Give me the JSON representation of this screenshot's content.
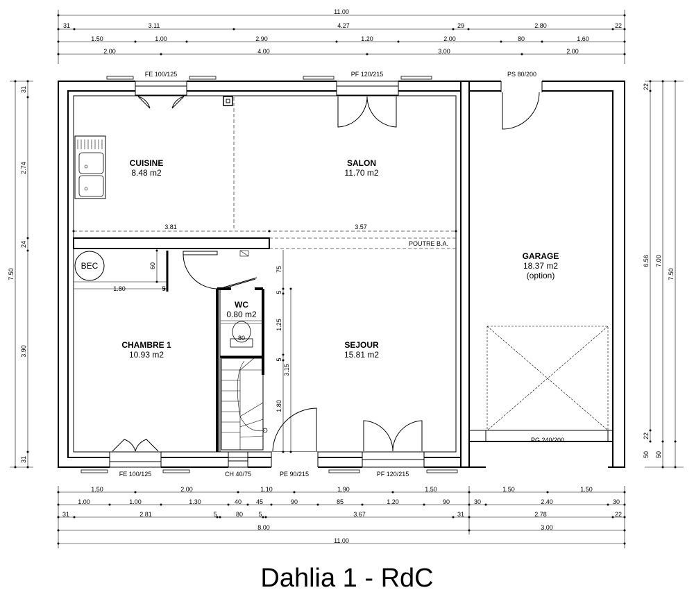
{
  "title": "Dahlia 1 - RdC",
  "rooms": {
    "cuisine": {
      "name": "CUISINE",
      "area": "8.48 m2"
    },
    "salon": {
      "name": "SALON",
      "area": "11.70 m2"
    },
    "garage": {
      "name": "GARAGE",
      "area": "18.37 m2",
      "note": "(option)"
    },
    "wc": {
      "name": "WC",
      "area": "0.80 m2"
    },
    "chambre": {
      "name": "CHAMBRE 1",
      "area": "10.93 m2"
    },
    "sejour": {
      "name": "SEJOUR",
      "area": "15.81 m2"
    }
  },
  "labels": {
    "bec": "BEC",
    "poutre": "POUTRE B.A.",
    "wc_basin": "80",
    "bec_60": "60",
    "bec_5": "5",
    "bec_180": "1.80"
  },
  "openings": {
    "fe_top": "FE 100/125",
    "pf_top": "PF 120/215",
    "ps_top": "PS 80/200",
    "fe_bottom": "FE 100/125",
    "ch_bottom": "CH 40/75",
    "pe_bottom": "PE 90/215",
    "pf_bottom": "PF 120/215",
    "pg_garage": "PG 240/200"
  },
  "dims_top": {
    "row1": [
      "11.00"
    ],
    "row2": [
      "31",
      "3.11",
      "4.27",
      "29",
      "2.80",
      "22"
    ],
    "row3": [
      "1.50",
      "1.00",
      "2.90",
      "1.20",
      "2.00",
      "80",
      "1.60"
    ],
    "row4": [
      "2.00",
      "4.00",
      "3.00",
      "2.00"
    ]
  },
  "dims_bottom": {
    "row1": [
      "1.50",
      "2.00",
      "1.10",
      "1.90",
      "1.50",
      "1.50",
      "1.50"
    ],
    "row2": [
      "1.00",
      "1.00",
      "1.30",
      "40",
      "45",
      "90",
      "85",
      "1.20",
      "90",
      "30",
      "2.40",
      "30"
    ],
    "row3": [
      "31",
      "2.81",
      "5",
      "80",
      "5",
      "3.67",
      "31",
      "2.78",
      "22"
    ],
    "row4": [
      "8.00",
      "3.00"
    ],
    "row5": [
      "11.00"
    ]
  },
  "dims_left": {
    "outer": "7.50",
    "inner": [
      "31",
      "2.74",
      "24",
      "3.90",
      "31"
    ]
  },
  "dims_right": {
    "a": [
      "22",
      "6.56",
      "22"
    ],
    "b": [
      "7.00",
      "50"
    ],
    "c": [
      "7.50",
      "50"
    ]
  },
  "dims_interior": {
    "h_left": "3.81",
    "h_right": "3.57",
    "v_75": "75",
    "v_5a": "5",
    "v_125": "1.25",
    "v_5b": "5",
    "v_315": "3.15",
    "v_180": "1.80"
  }
}
